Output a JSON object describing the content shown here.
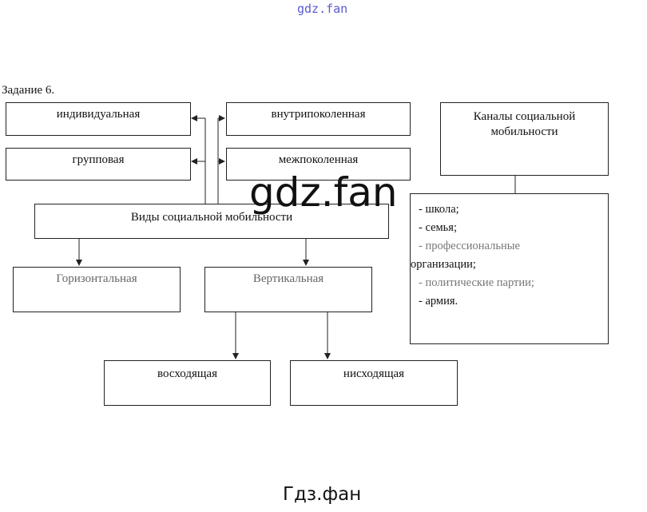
{
  "watermark_top": "gdz.fan",
  "watermark_center": "gdz.fan",
  "watermark_bottom": "Гдз.фан",
  "task_title": "Задание 6.",
  "boxes": {
    "individual": "индивидуальная",
    "intragenerational": "внутрипоколенная",
    "group": "групповая",
    "intergenerational": "межпоколенная",
    "types": "Виды социальной мобильности",
    "horizontal": "Горизонтальная",
    "vertical": "Вертикальная",
    "ascending": "восходящая",
    "descending": "нисходящая",
    "channels": "Каналы социальной мобильности"
  },
  "channels_list": [
    "- школа;",
    "- семья;",
    "- профессиональные",
    "организации;",
    "- политические партии;",
    "- армия."
  ],
  "colors": {
    "watermark_top": "#5a5ad0",
    "line": "#222222"
  }
}
